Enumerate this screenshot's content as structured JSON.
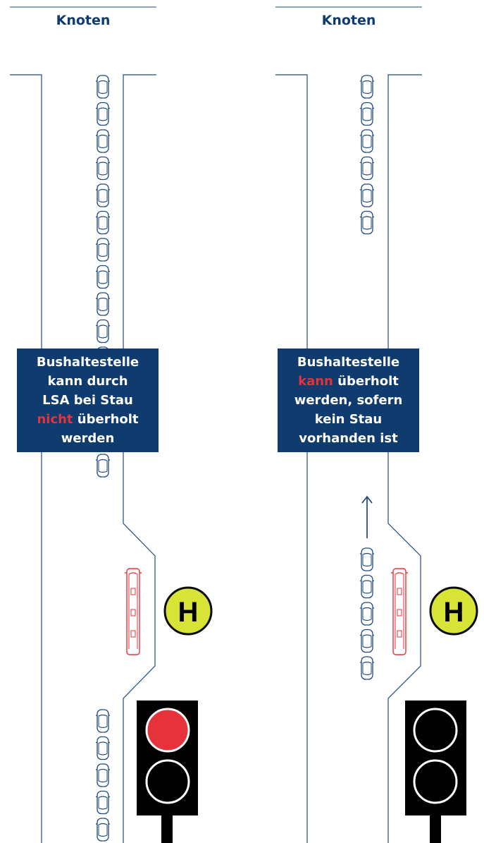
{
  "left_panel": {
    "heading": "Knoten",
    "label_lines": [
      {
        "pre": "Bushaltestelle",
        "hl": "",
        "post": ""
      },
      {
        "pre": "kann durch",
        "hl": "",
        "post": ""
      },
      {
        "pre": "LSA bei Stau",
        "hl": "",
        "post": ""
      },
      {
        "pre": "",
        "hl": "nicht",
        "post": " überholt"
      },
      {
        "pre": "werden",
        "hl": "",
        "post": ""
      }
    ],
    "queue_cars_upper": 12,
    "queue_cars_lower": 5,
    "signal_state": "red",
    "stop_sign": "H"
  },
  "right_panel": {
    "heading": "Knoten",
    "label_lines": [
      {
        "pre": "Bushaltestelle",
        "hl": "",
        "post": ""
      },
      {
        "pre": "",
        "hl": "kann",
        "post": " überholt"
      },
      {
        "pre": "werden, sofern",
        "hl": "",
        "post": ""
      },
      {
        "pre": "kein Stau",
        "hl": "",
        "post": ""
      },
      {
        "pre": "vorhanden ist",
        "hl": "",
        "post": ""
      }
    ],
    "queue_cars_upper": 6,
    "queue_cars_lower": 5,
    "signal_state": "off",
    "stop_sign": "H"
  },
  "colors": {
    "navy": "#0f3b6e",
    "road_line": "#1f4a7a",
    "bus_red": "#e5323b",
    "stop_yellow": "#d7e335",
    "signal_red": "#e5323b",
    "signal_body": "#000000"
  },
  "icons": {
    "car": "car-top-view-icon",
    "bus": "bus-top-view-icon",
    "arrow": "arrow-up-icon",
    "stop": "bus-stop-H-icon",
    "signal": "traffic-light-icon"
  }
}
